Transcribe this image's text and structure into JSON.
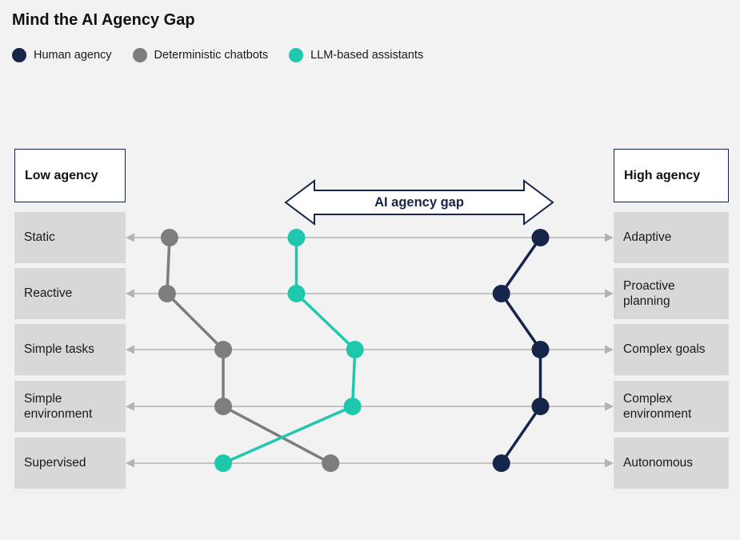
{
  "title": "Mind the AI Agency Gap",
  "legend": [
    {
      "label": "Human agency",
      "color": "#16254a"
    },
    {
      "label": "Deterministic chatbots",
      "color": "#7d7d7d"
    },
    {
      "label": "LLM-based assistants",
      "color": "#1fc8ad"
    }
  ],
  "low_box_label": "Low agency",
  "high_box_label": "High agency",
  "gap_arrow_label": "AI agency gap",
  "rows": [
    {
      "low": "Static",
      "high": "Adaptive"
    },
    {
      "low": "Reactive",
      "high": "Proactive planning"
    },
    {
      "low": "Simple tasks",
      "high": "Complex goals"
    },
    {
      "low": "Simple environment",
      "high": "Complex environment"
    },
    {
      "low": "Supervised",
      "high": "Autonomous"
    }
  ],
  "colors": {
    "accent_navy": "#16254a",
    "series_gray": "#7d7d7d",
    "series_teal": "#1fc8ad",
    "connector_gray": "#b3b3b3",
    "row_box_gray": "#d8d8d8",
    "background": "#f2f2f2"
  },
  "chart_data": {
    "type": "line",
    "subtype": "horizontal-slope-chart",
    "title": "Mind the AI Agency Gap",
    "axis": {
      "low_label": "Low agency",
      "high_label": "High agency",
      "range": [
        0,
        1
      ]
    },
    "categories": [
      {
        "low": "Static",
        "high": "Adaptive"
      },
      {
        "low": "Reactive",
        "high": "Proactive planning"
      },
      {
        "low": "Simple tasks",
        "high": "Complex goals"
      },
      {
        "low": "Simple environment",
        "high": "Complex environment"
      },
      {
        "low": "Supervised",
        "high": "Autonomous"
      }
    ],
    "series": [
      {
        "name": "Deterministic chatbots",
        "color": "#7d7d7d",
        "values": [
          0.09,
          0.085,
          0.2,
          0.2,
          0.42
        ]
      },
      {
        "name": "LLM-based assistants",
        "color": "#1fc8ad",
        "values": [
          0.35,
          0.35,
          0.47,
          0.465,
          0.2
        ]
      },
      {
        "name": "Human agency",
        "color": "#16254a",
        "values": [
          0.85,
          0.77,
          0.85,
          0.85,
          0.77
        ]
      }
    ],
    "annotation": {
      "label": "AI agency gap",
      "x_range": [
        0.33,
        0.875
      ]
    },
    "legend_position": "top",
    "grid": false
  }
}
